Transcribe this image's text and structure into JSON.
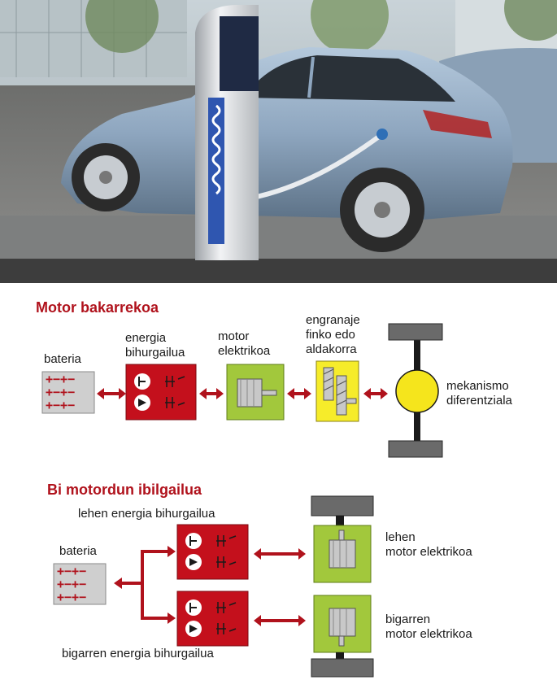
{
  "single_motor": {
    "title": "Motor bakarrekoa",
    "battery_label": "bateria",
    "converter_label": [
      "energia",
      "bihurgailua"
    ],
    "motor_label": [
      "motor",
      "elektrikoa"
    ],
    "gear_label": [
      "engranaje",
      "finko edo",
      "aldakorra"
    ],
    "differential_label": [
      "mekanismo",
      "diferentziala"
    ]
  },
  "dual_motor": {
    "title": "Bi motordun ibilgailua",
    "battery_label": "bateria",
    "first_converter_label": "lehen energia bihurgailua",
    "second_converter_label": "bigarren energia bihurgailua",
    "first_motor_label": [
      "lehen",
      "motor elektrikoa"
    ],
    "second_motor_label": [
      "bigarren",
      "motor elektrikoa"
    ]
  },
  "colors": {
    "accent_red": "#b0121c",
    "converter_red": "#c4101c",
    "motor_green": "#a2c83c",
    "gear_yellow": "#f6ec2a",
    "differential_yellow": "#f5e51c",
    "battery_grey": "#cfcfcf",
    "wheel_dark": "#555555"
  },
  "icons": [
    "battery-icon",
    "energy-converter-icon",
    "electric-motor-icon",
    "gearbox-icon",
    "differential-icon",
    "wheel-icon",
    "double-arrow-icon"
  ]
}
